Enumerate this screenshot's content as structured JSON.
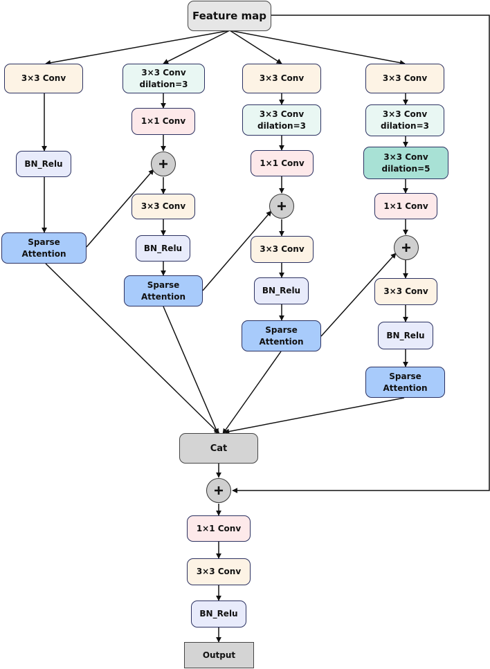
{
  "nodes": {
    "feature_map": "Feature map",
    "conv3": "3×3 Conv",
    "conv1": "1×1 Conv",
    "dil3_line1": "3×3 Conv",
    "dil3_line2": "dilation=3",
    "dil5_line1": "3×3 Conv",
    "dil5_line2": "dilation=5",
    "bn_relu": "BN_Relu",
    "sparse_line1": "Sparse",
    "sparse_line2": "Attention",
    "cat": "Cat",
    "output": "Output"
  },
  "colors": {
    "feature_map": "#e6e6e6",
    "conv3": "#fdf3e5",
    "dilation3": "#e9f7f3",
    "dilation5": "#a8e1d5",
    "conv1": "#fde9ea",
    "bn_relu": "#e8ebfb",
    "sparse_attention": "#a8cbfb",
    "cat": "#d4d4d4",
    "output": "#d4d4d4",
    "add": "#cfcfcf"
  },
  "icons": {
    "add": "plus-icon"
  }
}
